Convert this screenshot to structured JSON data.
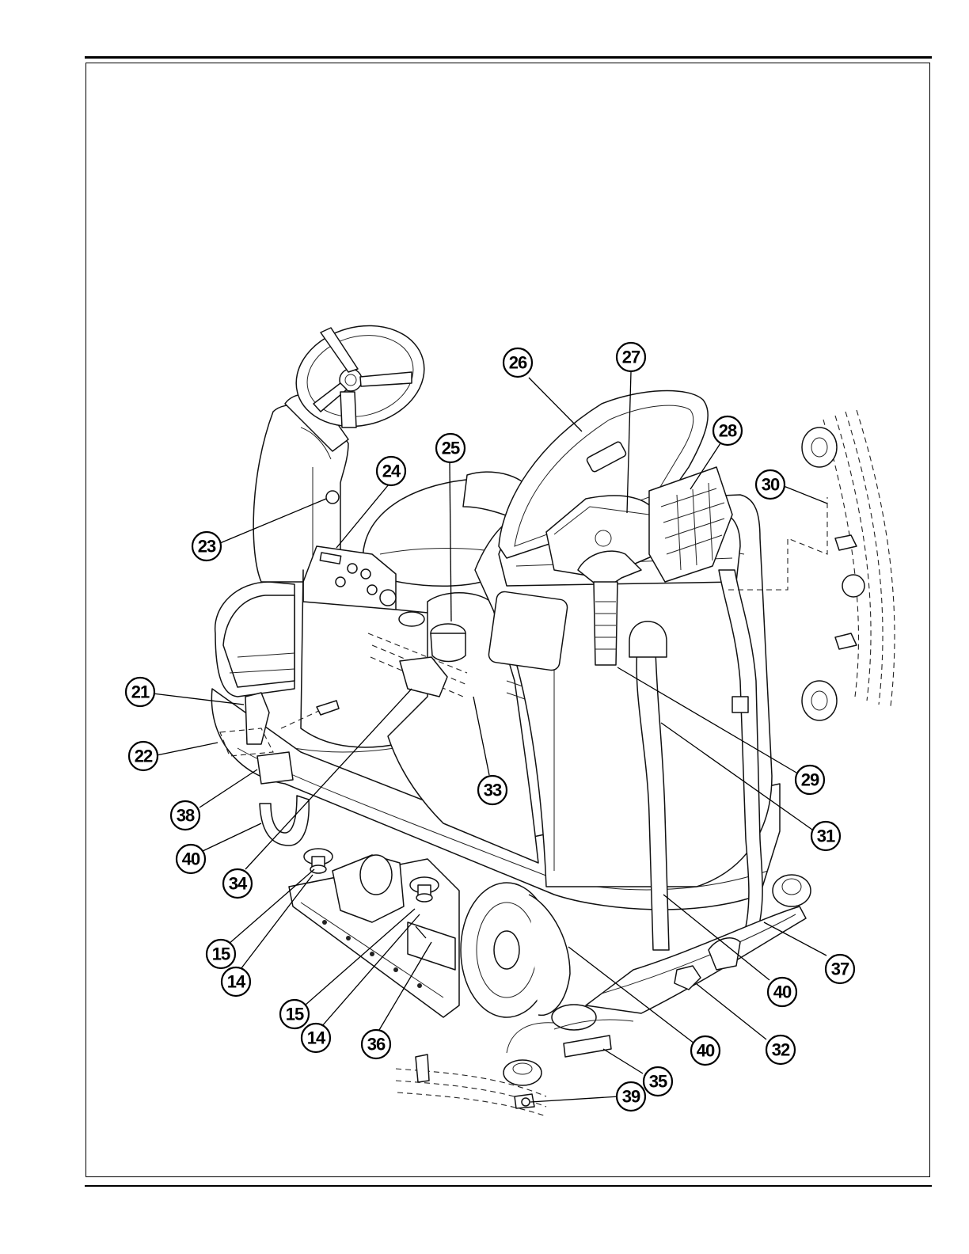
{
  "callouts": [
    {
      "id": "c14a",
      "label": "14"
    },
    {
      "id": "c14b",
      "label": "14"
    },
    {
      "id": "c15a",
      "label": "15"
    },
    {
      "id": "c15b",
      "label": "15"
    },
    {
      "id": "c21",
      "label": "21"
    },
    {
      "id": "c22",
      "label": "22"
    },
    {
      "id": "c23",
      "label": "23"
    },
    {
      "id": "c24",
      "label": "24"
    },
    {
      "id": "c25",
      "label": "25"
    },
    {
      "id": "c26",
      "label": "26"
    },
    {
      "id": "c27",
      "label": "27"
    },
    {
      "id": "c28",
      "label": "28"
    },
    {
      "id": "c29",
      "label": "29"
    },
    {
      "id": "c30",
      "label": "30"
    },
    {
      "id": "c31",
      "label": "31"
    },
    {
      "id": "c32",
      "label": "32"
    },
    {
      "id": "c33",
      "label": "33"
    },
    {
      "id": "c34",
      "label": "34"
    },
    {
      "id": "c35",
      "label": "35"
    },
    {
      "id": "c36",
      "label": "36"
    },
    {
      "id": "c37",
      "label": "37"
    },
    {
      "id": "c38",
      "label": "38"
    },
    {
      "id": "c39",
      "label": "39"
    },
    {
      "id": "c40a",
      "label": "40"
    },
    {
      "id": "c40b",
      "label": "40"
    },
    {
      "id": "c40c",
      "label": "40"
    }
  ]
}
